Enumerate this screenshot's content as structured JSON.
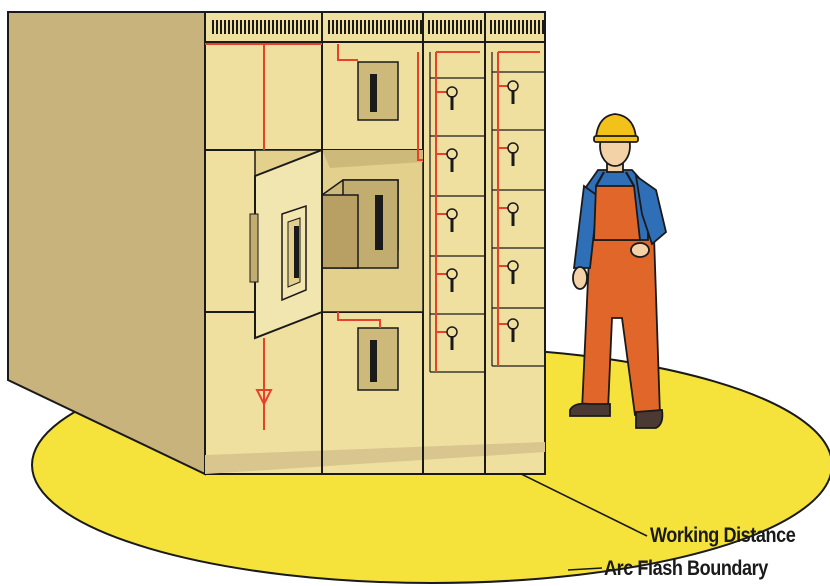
{
  "labels": {
    "working_distance": "Working Distance",
    "arc_flash_boundary": "Arc Flash Boundary"
  },
  "colors": {
    "arc_flash_zone": "#f5e23a",
    "working_zone": "#d9262b",
    "cabinet_front": "#efe0a0",
    "cabinet_side": "#c9b37c",
    "wiring": "#e8412b",
    "overalls": "#e0662a",
    "shirt": "#2f6fb8",
    "hardhat": "#f2c21b",
    "skin": "#f4d2a8"
  },
  "icons": [
    "switchgear-cabinet",
    "electrical-worker",
    "hardhat-icon",
    "ground-symbol-icon",
    "disconnect-handle-icon"
  ]
}
